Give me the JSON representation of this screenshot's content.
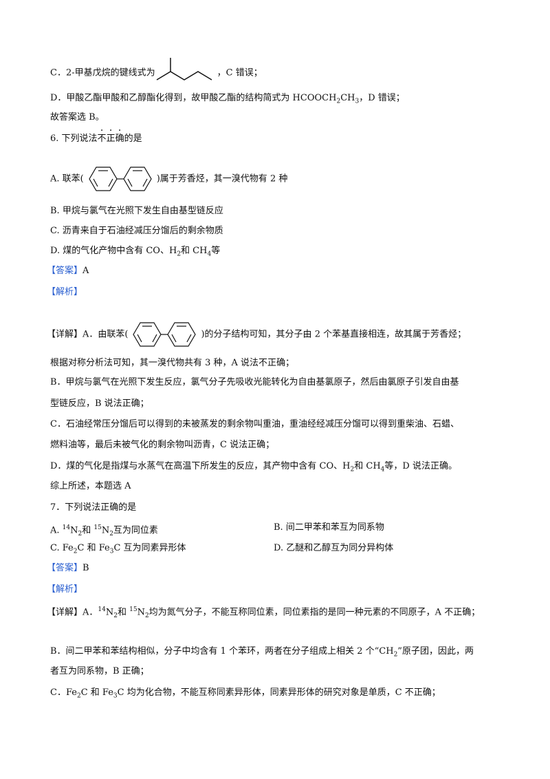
{
  "lines": {
    "c5_pre": "C．2-甲基戊烷的键线式为",
    "c5_post": "，C 错误；",
    "d5_pre": "D．甲酸乙酯甲酸和乙醇酯化得到，故甲酸乙酯的结构简式为 HCOOCH",
    "d5_sub": "2",
    "d5_mid": "CH",
    "d5_sub2": "3",
    "d5_post": "，D 错误；",
    "ans5": "故答案选 B。",
    "q6_pre": "6. 下列说法",
    "q6_emph": [
      "不",
      "正",
      "确"
    ],
    "q6_post": "的是",
    "q6a_pre": "A. 联苯(",
    "q6a_post": ")属于芳香烃，其一溴代物有 2 种",
    "q6b": "B. 甲烷与氯气在光照下发生自由基型链反应",
    "q6c": "C. 沥青来自于石油经减压分馏后的剩余物质",
    "q6d_pre": "D. 煤的气化产物中含有 CO、H",
    "q6d_sub": "2",
    "q6d_mid": "和 CH",
    "q6d_sub2": "4",
    "q6d_post": "等",
    "ans_label": "【答案】",
    "ans6": "A",
    "jx_label": "【解析】",
    "xj_label": "【详解】",
    "e6a_pre": "A．由联苯(",
    "e6a_post": ")的分子结构可知，其分子由 2 个苯基直接相连，故其属于芳香烃；",
    "e6a2": "根据对称分析法可知，其一溴代物共有 3 种，A 说法不正确；",
    "e6b1": "B．甲烷与氯气在光照下发生反应，氯气分子先吸收光能转化为自由基氯原子，然后由氯原子引发自由基",
    "e6b2": "型链反应，B 说法正确；",
    "e6c1": "C．石油经常压分馏后可以得到的未被蒸发的剩余物叫重油，重油经经减压分馏可以得到重柴油、石蜡、",
    "e6c2": "燃料油等，最后未被气化的剩余物叫沥青，C 说法正确；",
    "e6d_pre": "D．煤的气化是指煤与水蒸气在高温下所发生的反应，其产物中含有 CO、H",
    "e6d_sub": "2",
    "e6d_mid": "和 CH",
    "e6d_sub2": "4",
    "e6d_post": "等，D 说法正确。",
    "e6sum": "综上所述，本题选 A",
    "q7": "7．下列说法正确的是",
    "q7a_pre": "A. ",
    "q7a_sup": "14",
    "q7a_n1": "N",
    "q7a_sub": "2",
    "q7a_mid": "和 ",
    "q7a_sup2": "15",
    "q7a_n2": "N",
    "q7a_sub2": "2",
    "q7a_post": "互为同位素",
    "q7b": "B. 间二甲苯和苯互为同系物",
    "q7c_pre": "C. Fe",
    "q7c_sub": "2",
    "q7c_mid": "C 和 Fe",
    "q7c_sub2": "3",
    "q7c_post": "C 互为同素异形体",
    "q7d": "D. 乙醚和乙醇互为同分异构体",
    "ans7": "B",
    "e7a_pre": "A．",
    "e7a_sup": "14",
    "e7a_n1": "N",
    "e7a_sub": "2",
    "e7a_mid": "和 ",
    "e7a_sup2": "15",
    "e7a_n2": "N",
    "e7a_sub2": "2",
    "e7a_post": "均为氮气分子，不能互称同位素，同位素指的是同一种元素的不同原子，A 不正确；",
    "e7b1_pre": "B．间二甲苯和苯结构相似，分子中均含有 1 个苯环，两者在分子组成上相关 2 个“CH",
    "e7b1_sub": "2",
    "e7b1_post": "”原子团，因此，两",
    "e7b2": "者互为同系物，B 正确；",
    "e7c_pre": "C．Fe",
    "e7c_sub": "2",
    "e7c_mid": "C 和 Fe",
    "e7c_sub2": "3",
    "e7c_post": "C 均为化合物，不能互称同素异形体，同素异形体的研究对象是单质，C 不正确；"
  },
  "colors": {
    "label": "#2a5fd0",
    "text": "#111111"
  }
}
